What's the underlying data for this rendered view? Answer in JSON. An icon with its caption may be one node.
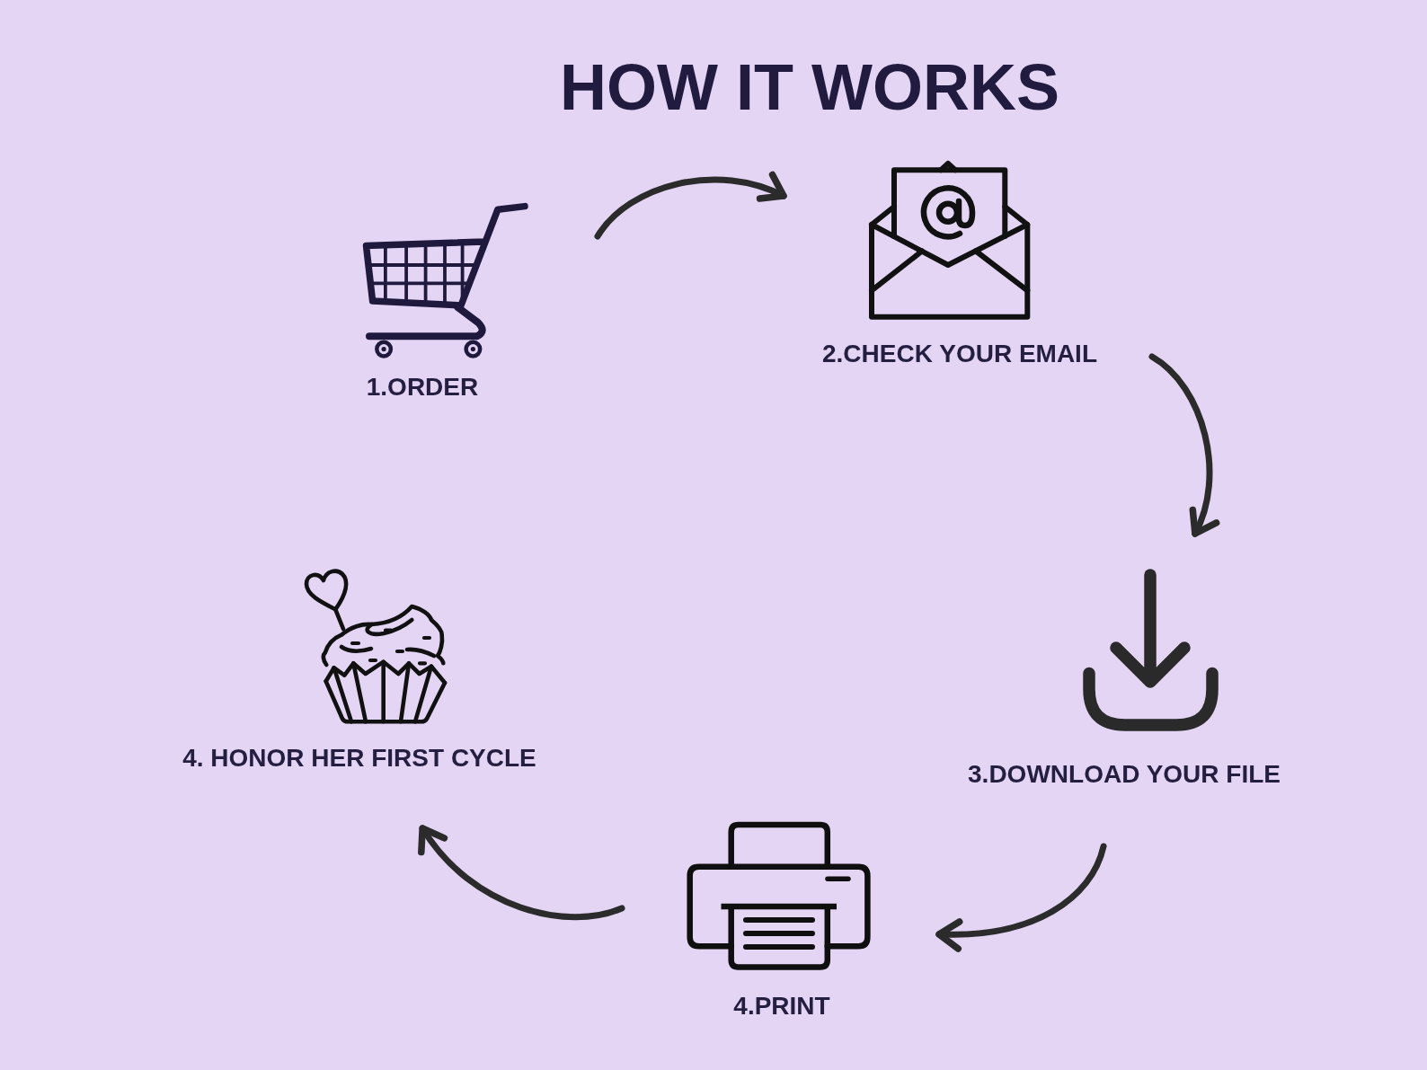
{
  "diagram": {
    "title": "HOW IT WORKS",
    "nodes": [
      {
        "text": [
          "1.ORDER"
        ]
      },
      {
        "text": [
          "2.CHECK YOUR EMAIL"
        ]
      },
      {
        "text": [
          "3.DOWNLOAD YOUR FILE"
        ]
      },
      {
        "text": [
          "4.PRINT"
        ]
      },
      {
        "text": [
          "4. HONOR HER FIRST CYCLE"
        ]
      }
    ],
    "edges": [
      {
        "from": 0,
        "to": 1,
        "arrow": "to"
      },
      {
        "from": 1,
        "to": 2,
        "arrow": "to"
      },
      {
        "from": 2,
        "to": 3,
        "arrow": "to"
      },
      {
        "from": 3,
        "to": 4,
        "arrow": "to"
      }
    ]
  }
}
